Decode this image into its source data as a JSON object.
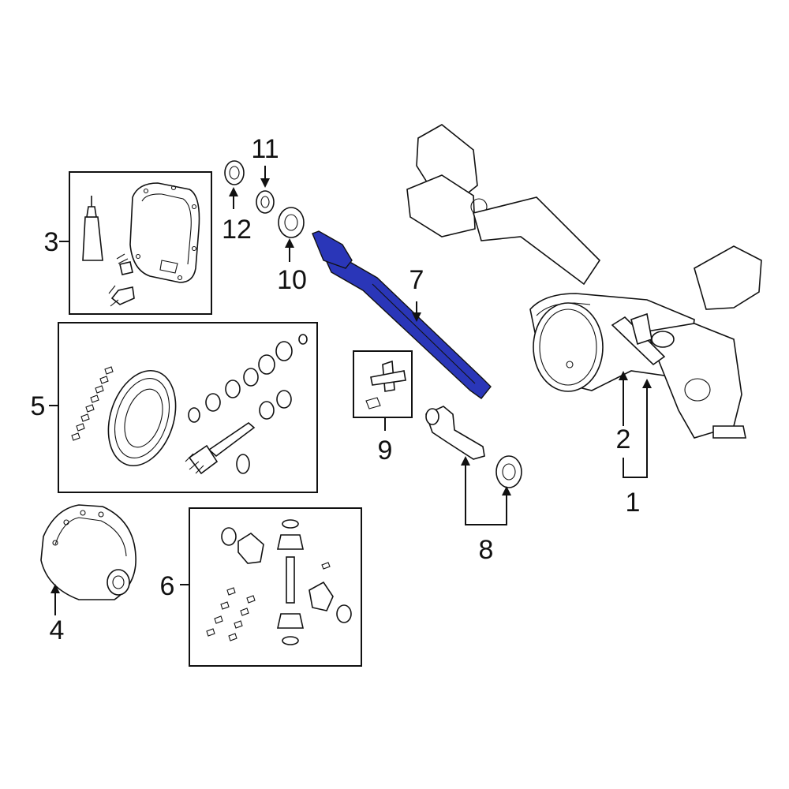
{
  "diagram": {
    "highlight_color": "#2a36b8",
    "line_color": "#111111",
    "background": "#ffffff",
    "highlighted_part": "7",
    "callouts": [
      {
        "id": "c1",
        "label": "1"
      },
      {
        "id": "c2",
        "label": "2"
      },
      {
        "id": "c3",
        "label": "3"
      },
      {
        "id": "c4",
        "label": "4"
      },
      {
        "id": "c5",
        "label": "5"
      },
      {
        "id": "c6",
        "label": "6"
      },
      {
        "id": "c7",
        "label": "7"
      },
      {
        "id": "c8",
        "label": "8"
      },
      {
        "id": "c9",
        "label": "9"
      },
      {
        "id": "c10",
        "label": "10"
      },
      {
        "id": "c11",
        "label": "11"
      },
      {
        "id": "c12",
        "label": "12"
      }
    ]
  }
}
